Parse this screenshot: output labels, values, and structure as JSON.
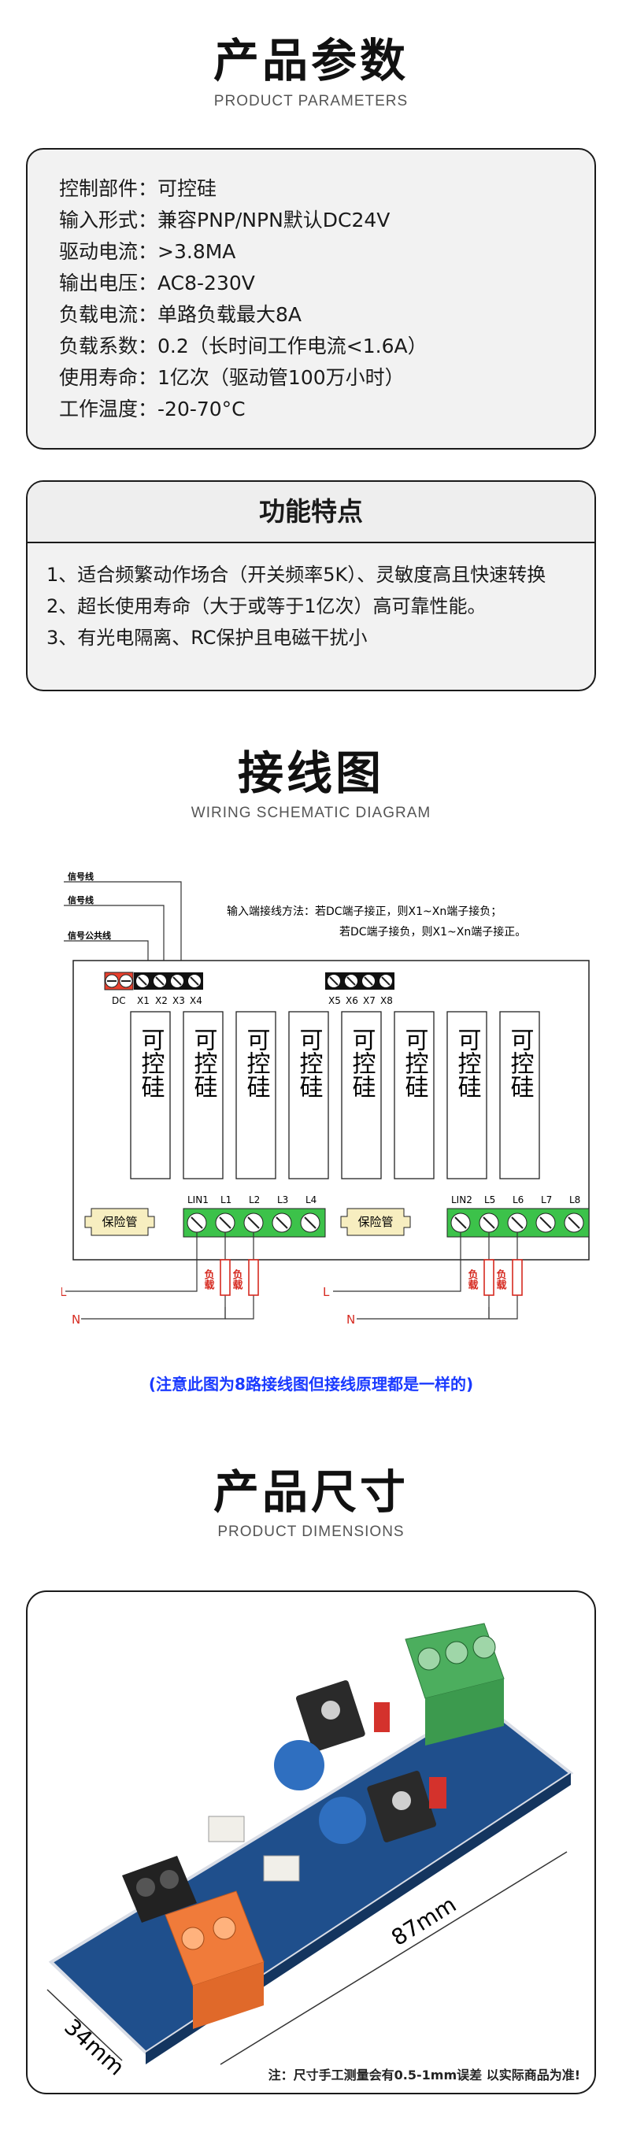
{
  "params": {
    "title": "产品参数",
    "subtitle": "PRODUCT PARAMETERS",
    "rows": [
      {
        "label": "控制部件：",
        "value": "可控硅"
      },
      {
        "label": "输入形式：",
        "value": "兼容PNP/NPN默认DC24V"
      },
      {
        "label": "驱动电流：",
        "value": ">3.8MA"
      },
      {
        "label": "输出电压：",
        "value": "AC8-230V"
      },
      {
        "label": "负载电流：",
        "value": "单路负载最大8A"
      },
      {
        "label": "负载系数：",
        "value": "0.2（长时间工作电流<1.6A）"
      },
      {
        "label": "使用寿命：",
        "value": "1亿次（驱动管100万小时）"
      },
      {
        "label": "工作温度：",
        "value": "-20-70°C"
      }
    ]
  },
  "features": {
    "title": "功能特点",
    "items": [
      "1、适合频繁动作场合（开关频率5K）、灵敏度高且快速转换",
      "2、超长使用寿命（大于或等于1亿次）高可靠性能。",
      "3、有光电隔离、RC保护且电磁干扰小"
    ]
  },
  "wiring": {
    "title": "接线图",
    "subtitle": "WIRING SCHEMATIC DIAGRAM",
    "signal_labels": [
      "信号线",
      "信号线",
      "信号公共线"
    ],
    "method_line1": "输入端接线方法：若DC端子接正，则X1~Xn端子接负；",
    "method_line2": "若DC端子接负，则X1~Xn端子接正。",
    "input_terminals_left": [
      "DC",
      "X1",
      "X2",
      "X3",
      "X4"
    ],
    "input_terminals_right": [
      "X5",
      "X6",
      "X7",
      "X8"
    ],
    "relay_label": "可控硅",
    "fuse_label": "保险管",
    "output_terminals_left": [
      "LIN1",
      "L1",
      "L2",
      "L3",
      "L4"
    ],
    "output_terminals_right": [
      "LIN2",
      "L5",
      "L6",
      "L7",
      "L8"
    ],
    "load_label": "负载",
    "line_L": "L",
    "line_N": "N",
    "note": "(注意此图为8路接线图但接线原理都是一样的)",
    "colors": {
      "terminal_green": "#3cc24a",
      "dc_red": "#e8402e",
      "fuse_yellow": "#f7eec0",
      "load_red": "#d62a20",
      "note_blue": "#1a3aff"
    }
  },
  "dimensions": {
    "title": "产品尺寸",
    "subtitle": "PRODUCT DIMENSIONS",
    "length_label": "87mm",
    "width_label": "34mm",
    "note": "注：尺寸手工测量会有0.5-1mm误差  以实际商品为准!",
    "colors": {
      "pcb": "#1f4f8c",
      "green_block": "#4cae5e",
      "orange_block": "#f07b3a",
      "varistor": "#2f6fc0",
      "resistor": "#d4322c"
    }
  }
}
